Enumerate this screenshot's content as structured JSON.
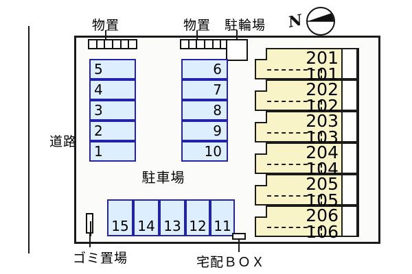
{
  "diagram": {
    "title": "apartment-site-plan",
    "colors": {
      "stall_fill": "#ddeeff",
      "stall_border": "#2222aa",
      "building_fill": "#f8f4c8",
      "line": "#1a1a1a",
      "background": "#ffffff"
    }
  },
  "road": {
    "label": "道路"
  },
  "labels": {
    "storage_left": "物置",
    "storage_right": "物置",
    "bicycle_parking": "駐輪場",
    "parking_lot": "駐車場",
    "garbage_area": "ゴミ置場",
    "delivery_box": "宅配ＢＯＸ"
  },
  "compass": {
    "north_letter": "N"
  },
  "storage_units": {
    "left_cells": 6,
    "right_cells": 6
  },
  "parking": {
    "column_left": [
      "5",
      "4",
      "3",
      "2",
      "1"
    ],
    "column_right": [
      "6",
      "7",
      "8",
      "9",
      "10"
    ],
    "bottom_row": [
      "15",
      "14",
      "13",
      "12",
      "11"
    ]
  },
  "building": {
    "units": [
      {
        "upper": "201",
        "lower": "101"
      },
      {
        "upper": "202",
        "lower": "102"
      },
      {
        "upper": "203",
        "lower": "103"
      },
      {
        "upper": "204",
        "lower": "104"
      },
      {
        "upper": "205",
        "lower": "105"
      },
      {
        "upper": "206",
        "lower": "106"
      }
    ]
  }
}
